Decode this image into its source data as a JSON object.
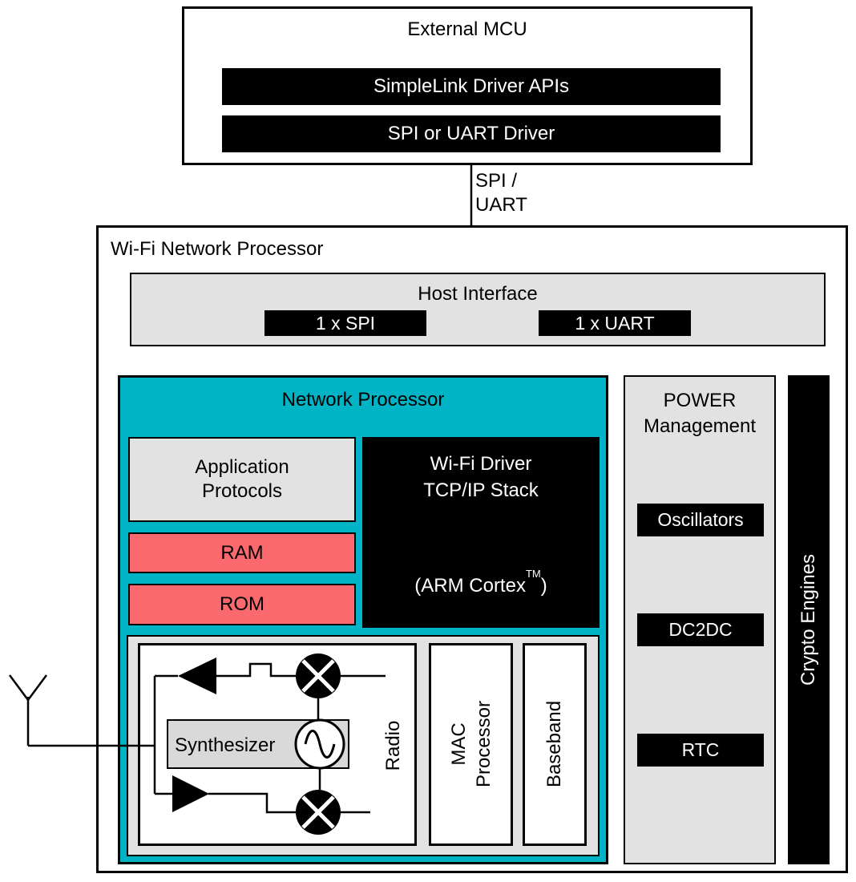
{
  "colors": {
    "teal": "#00b4c5",
    "red": "#f9696e",
    "panel_gray": "#e2e2e2",
    "synth_gray": "#d9d9d9",
    "black": "#000000",
    "white": "#ffffff"
  },
  "external_mcu": {
    "title": "External MCU",
    "simplelink_apis": "SimpleLink Driver APIs",
    "spi_uart_driver": "SPI or UART Driver"
  },
  "connector": {
    "label": "SPI /\nUART"
  },
  "wifi_network_processor": {
    "title": "Wi-Fi Network Processor",
    "host_interface": {
      "title": "Host Interface",
      "spi": "1 x SPI",
      "uart": "1 x UART"
    },
    "network_processor": {
      "title": "Network Processor",
      "application_protocols": "Application\nProtocols",
      "wifi_driver": "Wi-Fi Driver\nTCP/IP Stack",
      "arm_prefix": "(ARM Cortex",
      "arm_sup": "TM",
      "arm_suffix": ")",
      "ram": "RAM",
      "rom": "ROM",
      "radio": "Radio",
      "synthesizer": "Synthesizer",
      "mac_processor": "MAC\nProcessor",
      "baseband": "Baseband"
    },
    "power_management": {
      "title": "POWER\nManagement",
      "oscillators": "Oscillators",
      "dc2dc": "DC2DC",
      "rtc": "RTC"
    },
    "crypto_engines": "Crypto Engines"
  },
  "icons": {
    "antenna": "antenna-icon",
    "rx_mixer": "mixer-icon",
    "tx_mixer": "mixer-icon",
    "rx_amplifier": "amplifier-icon",
    "tx_amplifier": "amplifier-icon",
    "oscillator": "sine-oscillator-icon"
  }
}
